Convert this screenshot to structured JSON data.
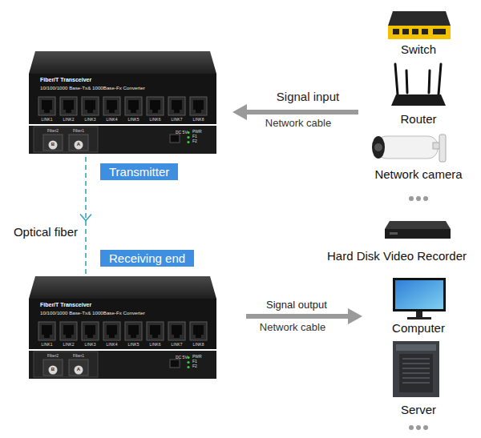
{
  "diagram": {
    "nodes": [
      {
        "text": [
          "Fiber/T Transceiver",
          "10/100/1000 Base-Tx& 1000Base-Fx Converter",
          "LINK1",
          "LINK2",
          "LINK3",
          "LINK4",
          "LINK5",
          "LINK6",
          "LINK7",
          "LINK8",
          "Fiber2",
          "Fiber1",
          "B",
          "A",
          "DC 5V",
          "PWR",
          "F1",
          "F2"
        ]
      },
      {
        "text": [
          "Transmitter"
        ]
      },
      {
        "text": [
          "Receiving end"
        ]
      },
      {
        "text": [
          "Fiber/T Transceiver",
          "10/100/1000 Base-Tx& 1000Base-Fx Converter",
          "LINK1",
          "LINK2",
          "LINK3",
          "LINK4",
          "LINK5",
          "LINK6",
          "LINK7",
          "LINK8",
          "Fiber2",
          "Fiber1",
          "B",
          "A",
          "DC 5V",
          "PWR",
          "F1",
          "F2"
        ]
      }
    ],
    "edges": [
      {
        "from": 0,
        "to": 3,
        "arrow": "to",
        "label": "Optical fiber"
      }
    ],
    "labels": [
      "Switch",
      "Router",
      "Signal input",
      "Network cable",
      "Network camera",
      "Hard Disk Video Recorder",
      "Signal output",
      "Network cable",
      "Computer",
      "Server"
    ]
  }
}
